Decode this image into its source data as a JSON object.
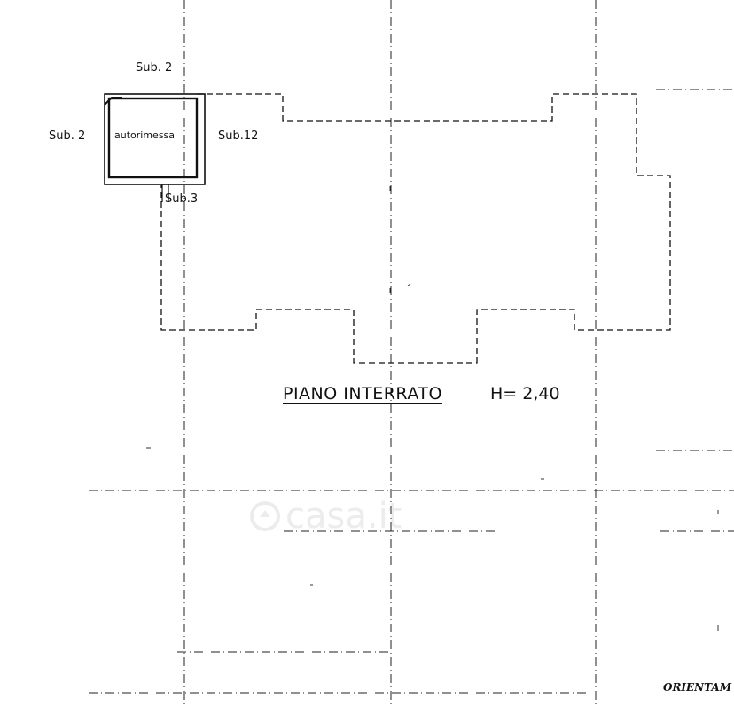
{
  "plan": {
    "labels": {
      "sub2_top": "Sub. 2",
      "sub2_left": "Sub. 2",
      "sub12": "Sub.12",
      "sub3": "Sub.3"
    },
    "room": {
      "name": "autorimessa"
    },
    "floor": {
      "title": "PIANO INTERRATO",
      "height": "H= 2,40"
    },
    "orientation_label": "ORIENTAM"
  },
  "watermark": {
    "text": "casa.it"
  },
  "colors": {
    "ink": "#111111",
    "watermark": "#9a9a9a",
    "background": "#ffffff"
  }
}
